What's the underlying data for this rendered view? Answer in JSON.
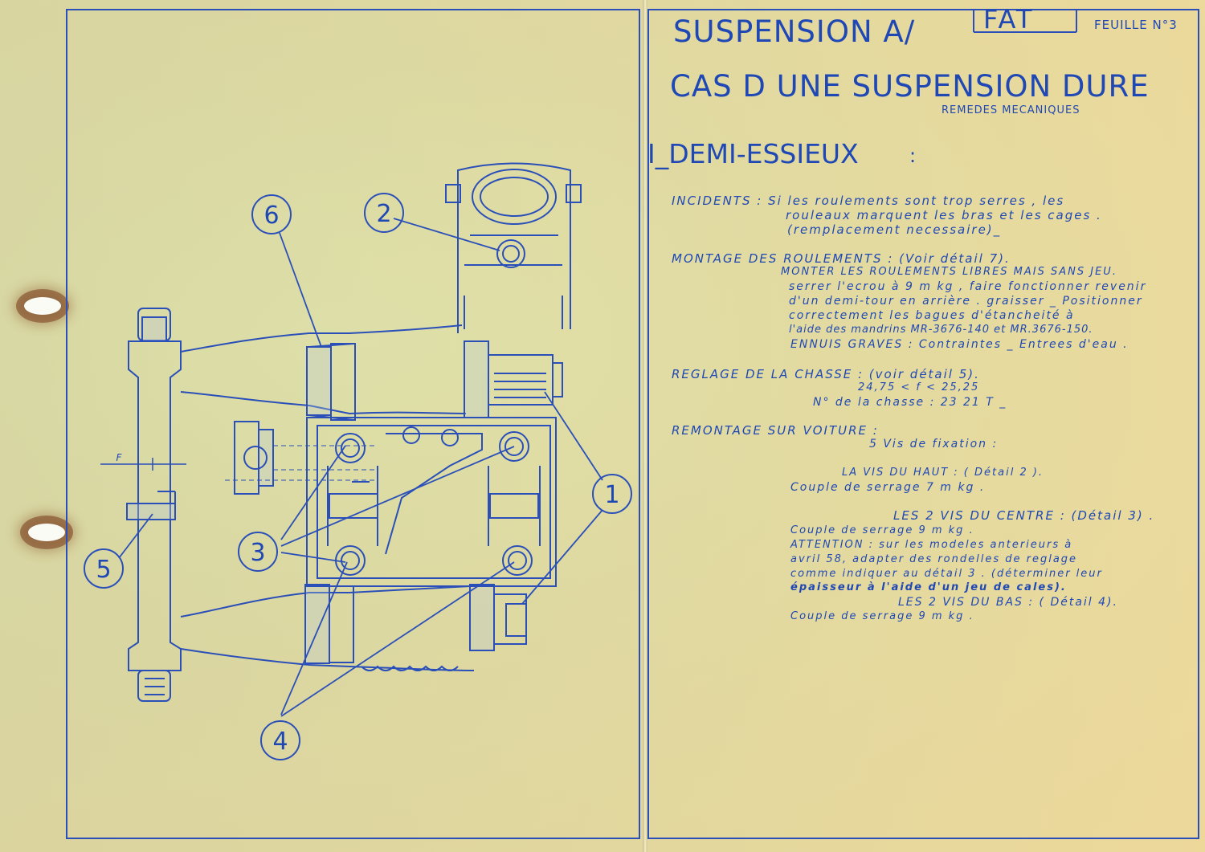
{
  "header": {
    "title": "SUSPENSION A/",
    "code": "FAT",
    "sheet": "FEUILLE N°3",
    "subtitle": "CAS D UNE SUSPENSION DURE",
    "subtitle_note": "REMEDES MECANIQUES",
    "section": "I_DEMI-ESSIEUX",
    "section_colon": ":"
  },
  "drawing": {
    "callouts": [
      "1",
      "2",
      "3",
      "4",
      "5",
      "6"
    ],
    "dimension_label": "F"
  },
  "notes": [
    "INCIDENTS  :  Si  les roulements  sont  trop  serres , les",
    "rouleaux   marquent  les bras  et   les cages .",
    "(remplacement    necessaire)_",
    "MONTAGE  DES  ROULEMENTS : (Voir  détail  7).",
    "MONTER  LES  ROULEMENTS   LIBRES  MAIS  SANS JEU.",
    "serrer  l'ecrou  à  9 m kg , faire  fonctionner  revenir",
    "d'un  demi-tour  en  arrière . graisser _ Positionner",
    "correctement  les  bagues  d'étancheité        à",
    "l'aide   des  mandrins  MR-3676-140  et  MR.3676-150.",
    "ENNUIS  GRAVES : Contraintes _ Entrees  d'eau .",
    "REGLAGE   DE  LA  CHASSE :  (voir  détail  5).",
    "24,75 < f < 25,25",
    "N°  de  la  chasse : 23 21 T  _",
    "REMONTAGE  SUR  VOITURE :",
    "5 Vis de   fixation :",
    "LA VIS DU   HAUT  :  ( Détail  2 ).",
    "Couple  de  serrage   7 m kg .",
    "LES 2 VIS  DU  CENTRE :  (Détail 3) .",
    "Couple  de  serrage   9 m kg .",
    "ATTENTION :  sur  les  modeles  anterieurs  à",
    "avril  58,  adapter  des  rondelles  de  reglage",
    "comme  indiquer  au  détail  3 . (déterminer  leur",
    "épaisseur  à  l'aide  d'un  jeu  de  cales).",
    "LES 2 VIS  DU  BAS : ( Détail  4).",
    "Couple   de   serrage   9 m kg ."
  ],
  "colors": {
    "ink": "#1f48b5",
    "paper": "#efe2a4"
  }
}
